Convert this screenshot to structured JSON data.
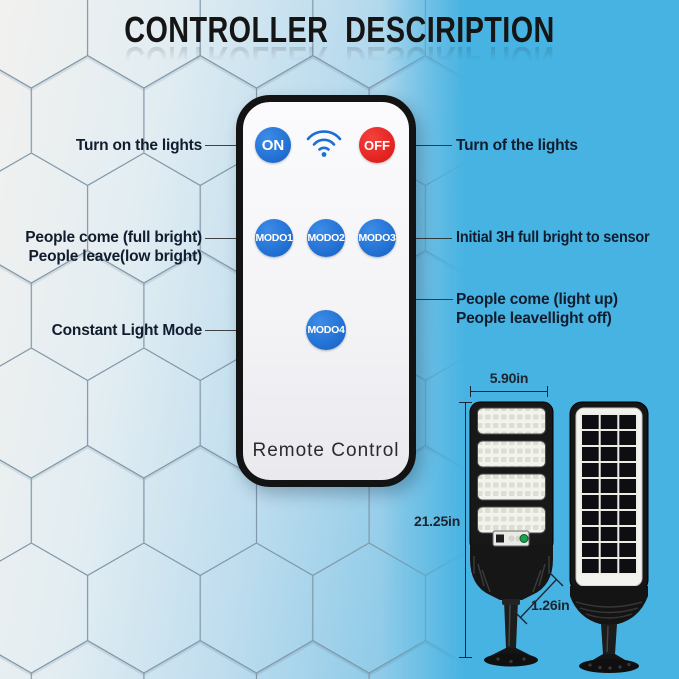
{
  "title": "CONTROLLER  DESCIRIPTION",
  "remote": {
    "power_buttons": [
      {
        "label": "ON"
      },
      {
        "label": "OFF"
      }
    ],
    "mode_buttons": [
      {
        "label": "MODO1"
      },
      {
        "label": "MODO2"
      },
      {
        "label": "MODO3"
      },
      {
        "label": "MODO4"
      }
    ],
    "brand_label": "Remote Control",
    "wifi_icon": "wifi-signal-icon"
  },
  "callouts": {
    "turn_on": "Turn on the lights",
    "turn_off": "Turn of the lights",
    "modo1_line1": "People come (full bright)",
    "modo1_line2": "People leave(low bright)",
    "modo3": "Initial 3H full bright to sensor",
    "modo2_line1": "People come (light up)",
    "modo2_line2": "People leavellight off)",
    "modo4": "Constant Light Mode"
  },
  "street_light": {
    "width_dimension": "5.90in",
    "height_dimension": "21.25in",
    "pole_dimension": "1.26in",
    "views": [
      "front-led-panel-view",
      "back-solar-panel-view"
    ]
  },
  "colors": {
    "background_cyan": "#47b3e2",
    "button_blue": "#1d6fd4",
    "button_red": "#e8221f",
    "callout_text": "#111c2e",
    "dimension_text": "#1c2430"
  }
}
